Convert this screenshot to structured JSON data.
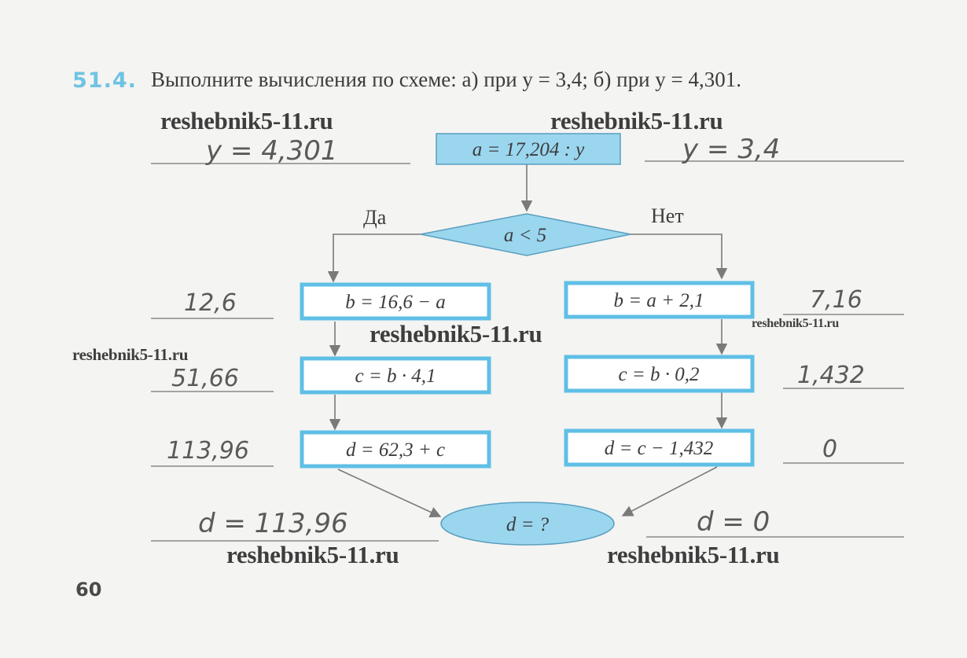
{
  "exercise": {
    "number": "51.4.",
    "task": "Выполните вычисления по схеме: а) при y = 3,4; б) при y = 4,301."
  },
  "flowchart": {
    "start_box": "a = 17,204 : y",
    "decision": "a < 5",
    "yes_label": "Да",
    "no_label": "Нет",
    "yes_branch": [
      "b = 16,6 − a",
      "c = b · 4,1",
      "d = 62,3 + c"
    ],
    "no_branch": [
      "b = a + 2,1",
      "c = b · 0,2",
      "d = c − 1,432"
    ],
    "end": "d = ?"
  },
  "handwritten": {
    "left_input": "y = 4,301",
    "right_input": "y = 3,4",
    "left_b": "12,6",
    "left_c": "51,66",
    "left_d": "113,96",
    "left_result": "d = 113,96",
    "right_b": "7,16",
    "right_c": "1,432",
    "right_d": "0",
    "right_result": "d = 0"
  },
  "watermarks": {
    "wm1": "reshebnik5-11.ru",
    "wm2": "reshebnik5-11.ru",
    "wm3": "reshebnik5-11.ru",
    "wm4": "reshebnik5-11.ru",
    "wm5": "reshebnik5-11.ru",
    "wm6": "reshebnik5-11.ru",
    "wm7": "reshebnik5-11.ru"
  },
  "page_number": "60",
  "colors": {
    "box_fill": "#9bd6ef",
    "box_stroke": "#5fbfe6",
    "line": "#7a7a7a",
    "ink": "#5a5a5a"
  }
}
